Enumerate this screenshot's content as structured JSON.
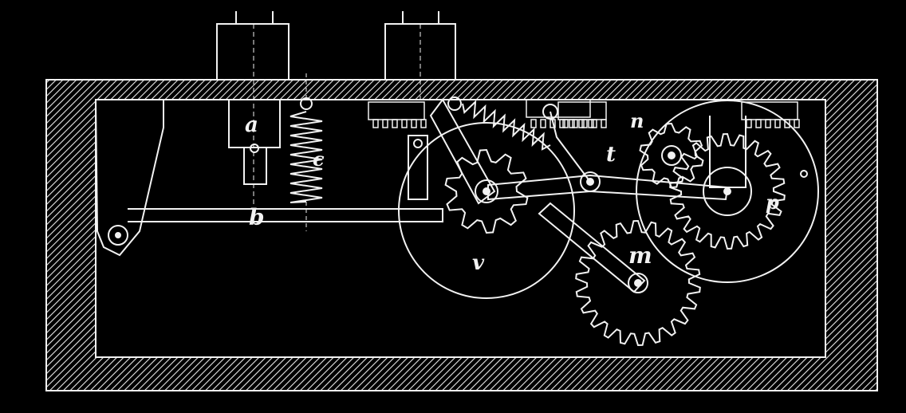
{
  "figure": {
    "background_color": "#000000",
    "line_color": "#f2f2f2",
    "labels": {
      "a": "a",
      "b": "b",
      "c": "c",
      "v": "v",
      "m": "m",
      "t": "t",
      "n": "n",
      "p": "p"
    }
  }
}
